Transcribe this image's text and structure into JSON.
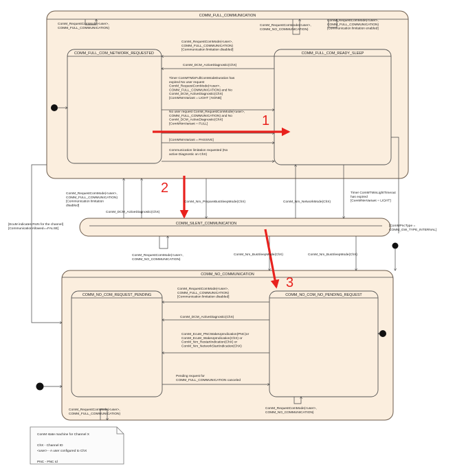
{
  "states": {
    "full": {
      "title": "COMM_FULL_COMMUNICATION"
    },
    "full_network": {
      "title": "COMM_FULL_COM_NETWORK_REQUESTED"
    },
    "full_ready": {
      "title": "COMM_FULL_COM_READY_SLEEP"
    },
    "silent": {
      "title": "COMM_SILENT_COMMUNICATION"
    },
    "no": {
      "title": "COMM_NO_COMMUNICATION"
    },
    "no_pending": {
      "title": "COMM_NO_COM_REQUEST_PENDING"
    },
    "no_nopending": {
      "title": "COMM_NO_COM_NO_PENDING_REQUEST"
    }
  },
  "labels": {
    "full_self_left": [
      "ComM_RequestComMode(<user>,",
      "COMM_FULL_COMMUNICATION)"
    ],
    "full_self_right1": [
      "ComM_RequestComMode(<user>,",
      "COMM_NO_COMMUNICATION)"
    ],
    "full_self_right2": [
      "ComM_RequestComMode(<user>,",
      "COMM_FULL_COMMUNICATION)",
      "[Communication limitation enabled]"
    ],
    "t_ready_to_net1": [
      "ComM_RequestComMode(<user>,",
      "COMM_FULL_COMMUNICATION)",
      "[Communication limitation disabled]"
    ],
    "t_ready_to_net2": [
      "ComM_DCM_ActiveDiagnostic(ChX)"
    ],
    "t_net_to_ready1": [
      "Timer ComMTMinFullComModeDuration has",
      "expired No user request",
      "ComM_RequestComMode(<user>,",
      "COMM_FULL_COMMUNICATION) and No",
      "ComM_DCM_ActiveDiagnostic(ChX)",
      "[ComMNmVariant = LIGHT | NONE]"
    ],
    "t_net_to_ready2": [
      "No user request ComM_RequestComMode(<user>,",
      "COMM_FULL_COMMUNICATION) and No",
      "ComM_DCM_ActiveDiagnostic(ChX)",
      "[ComMNmVariant = FULL]"
    ],
    "t_net_to_ready3": [
      "[ComMNmVariant = PASSIVE]"
    ],
    "t_net_to_ready4": [
      "Communication limitation requested (No",
      "active Diagnostic on ChX)"
    ],
    "t_silent_to_full": [
      "ComM_RequestComMode(<user>,",
      "COMM_FULL_COMMUNICATION)",
      "[Communication limitation",
      "disabled]"
    ],
    "t_silent_diag": [
      "ComM_DCM_ActiveDiagnostic(ChX)"
    ],
    "t_prepare_bus": [
      "ComM_Nm_PrepareBusSleepMode(ChX)"
    ],
    "t_network_mode": [
      "ComM_Nm_NetworkMode(ChX)"
    ],
    "t_light_timeout": [
      "Timer ComMTMinLightTimeout",
      "has expired",
      "[ComMNmVariant = LIGHT]"
    ],
    "t_left_edge": [
      "[EcuM indicates RUN for the channel]",
      "[CommunicationAllowed==FALSE]"
    ],
    "t_pnc_right": [
      "[ComMPncType =",
      "COMM_GW_TYPE_INTERNAL]"
    ],
    "silent_self": [
      "ComM_RequestComMode(<user>,",
      "COMM_NO_COMMUNICATION)"
    ],
    "t_bus_sleep1": [
      "ComM_Nm_BusSleepMode(ChX)"
    ],
    "t_bus_sleep2": [
      "ComM_Nm_BusSleepMode(ChX)"
    ],
    "t_nopend_to_pend1": [
      "ComM_RequestComMode(<user>,",
      "COMM_FULL_COMMUNICATION)",
      "[Communication limitation disabled]"
    ],
    "t_nopend_to_pend2": [
      "ComM_DCM_ActiveDiagnostic(ChX)"
    ],
    "t_nopend_to_pend3": [
      "ComM_EcuM_PNCWakeUpIndication(PNC)or",
      "ComM_EcuM_WakeUpIndication(ChX) or",
      "ComM_Nm_RestartIndication(ChX) or",
      "ComM_Nm_NetworkStartIndication(ChX)"
    ],
    "t_pend_to_nopend": [
      "Pending request for",
      "COMM_FULL_COMMUNICATION canceled"
    ],
    "no_self_left": [
      "ComM_RequestComMode(<user>,",
      "COMM_FULL_COMMUNICATION)"
    ],
    "no_self_right": [
      "ComM_RequestComMode(<user>,",
      "COMM_NO_COMMUNICATION)"
    ]
  },
  "note": [
    "ComM state machine for Channel X",
    "",
    "ChX - Channel ID",
    "<user> - A user configured to ChX",
    "",
    "PNC - PNC Id"
  ],
  "markers": [
    "1",
    "2",
    "3"
  ],
  "colors": {
    "state_fill": "#fbeede",
    "marker": "#e8211d"
  }
}
